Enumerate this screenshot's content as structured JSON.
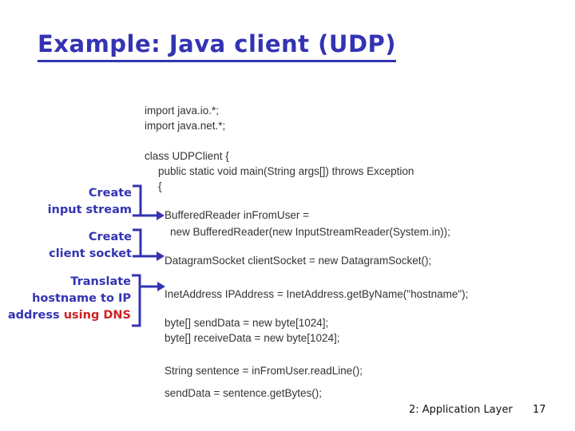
{
  "slide": {
    "title": "Example: Java client (UDP)"
  },
  "code": {
    "lines": [
      "import java.io.*;",
      "import java.net.*;",
      "class UDPClient {",
      "public static void main(String args[]) throws Exception",
      "{",
      "BufferedReader inFromUser =",
      "new BufferedReader(new InputStreamReader(System.in));",
      "DatagramSocket clientSocket = new DatagramSocket();",
      "InetAddress IPAddress = InetAddress.getByName(\"hostname\");",
      "byte[] sendData = new byte[1024];",
      "byte[] receiveData = new byte[1024];",
      "String sentence = inFromUser.readLine();",
      "sendData = sentence.getBytes();"
    ]
  },
  "annotations": [
    {
      "line1": "Create",
      "line2": "input stream"
    },
    {
      "line1": "Create",
      "line2": "client socket"
    },
    {
      "line1": "Translate",
      "line2": "hostname to IP",
      "line3_blue": "address",
      "line3_red": "using DNS"
    }
  ],
  "footer": {
    "section": "2: Application Layer",
    "page": "17"
  },
  "colors": {
    "accent_blue": "#3333b3",
    "accent_red": "#cc2222",
    "code_text": "#333333"
  }
}
